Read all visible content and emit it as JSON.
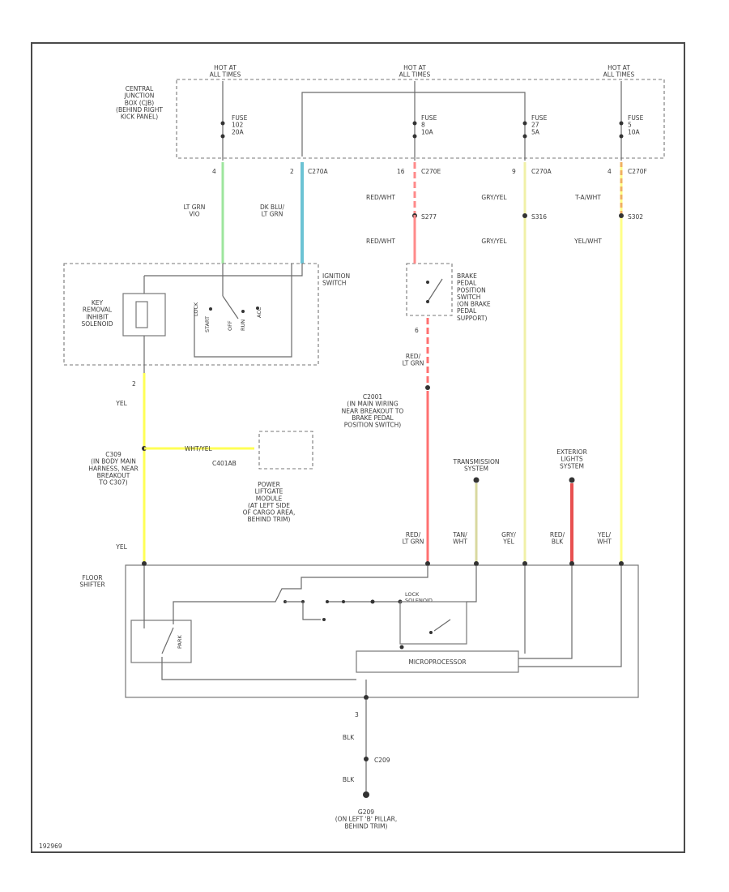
{
  "colors": {
    "lt_grn": "#9ee59e",
    "dk_blu_lt_grn": "#6cc3d4",
    "red_wht": "#ff8a8a",
    "gry_yel": "#f0f0a8",
    "yel_wht": "#ffff88",
    "yel": "#ffff55",
    "tan_wht": "#d9d9a0",
    "red_blk": "#e85050",
    "red_lt_grn": "#ff7070",
    "black": "#333333"
  },
  "power": [
    {
      "label": "HOT AT\nALL TIMES"
    },
    {
      "label": "HOT AT\nALL TIMES"
    },
    {
      "label": "HOT AT\nALL TIMES"
    }
  ],
  "junction_box": "CENTRAL\nJUNCTION\nBOX (CJB)\n(BEHIND RIGHT\nKICK PANEL)",
  "fuses": [
    {
      "label": "FUSE\n102\n20A"
    },
    {
      "label": "FUSE\n8\n10A"
    },
    {
      "label": "FUSE\n27\n5A"
    },
    {
      "label": "FUSE\n5\n10A"
    }
  ],
  "pins_top": [
    "4",
    "2",
    "16",
    "9",
    "4"
  ],
  "connectors_top": [
    "C270A",
    "C270E",
    "C270A",
    "C270F"
  ],
  "wires": {
    "w1": "LT GRN\nVIO",
    "w2": "DK BLU/\nLT GRN",
    "w3": "RED/WHT",
    "w3b": "RED/WHT",
    "w4": "GRY/YEL",
    "w4b": "GRY/YEL",
    "w5": "T-A/WHT",
    "w5b": "YEL/WHT"
  },
  "splices": [
    "S277",
    "S316",
    "S302"
  ],
  "ignition_switch": "IGNITION\nSWITCH",
  "key_solenoid": "KEY\nREMOVAL\nINHIBIT\nSOLENOID",
  "ignition_positions": [
    "LOCK",
    "ACC",
    "OFF",
    "RUN",
    "START"
  ],
  "brake_switch": "BRAKE\nPEDAL\nPOSITION\nSWITCH\n(ON BRAKE\nPEDAL\nSUPPORT)",
  "brake_pin": "6",
  "red_lt_grn_1": "RED/\nLT GRN",
  "c2001": "C2001\n(IN MAIN WIRING\nNEAR BREAKOUT TO\nBRAKE PEDAL\nPOSITION SWITCH)",
  "sol_pin": "2",
  "yel_1": "YEL",
  "c309": "C309\n(IN BODY MAIN\nHARNESS, NEAR\nBREAKOUT\nTO C307)",
  "wht_yel": "WHT/YEL",
  "c401ab": "C401AB",
  "liftgate": "POWER\nLIFTGATE\nMODULE\n(AT LEFT SIDE\nOF CARGO AREA,\nBEHIND TRIM)",
  "transmission": "TRANSMISSION\nSYSTEM",
  "exterior": "EXTERIOR\nLIGHTS\nSYSTEM",
  "bottom_labels": [
    "YEL",
    "RED/\nLT GRN",
    "TAN/\nWHT",
    "GRY/\nYEL",
    "RED/\nBLK",
    "YEL/\nWHT"
  ],
  "floor_shifter": "FLOOR\nSHIFTER",
  "shifter_sub": "LOCK\nSOLENOID",
  "park_switch": "PARK",
  "microprocessor": "MICROPROCESSOR",
  "ground_pin": "3",
  "blk_1": "BLK",
  "c209": "C209",
  "blk_2": "BLK",
  "ground": "G209\n(ON LEFT 'B' PILLAR,\nBEHIND TRIM)",
  "figure_id": "192969"
}
